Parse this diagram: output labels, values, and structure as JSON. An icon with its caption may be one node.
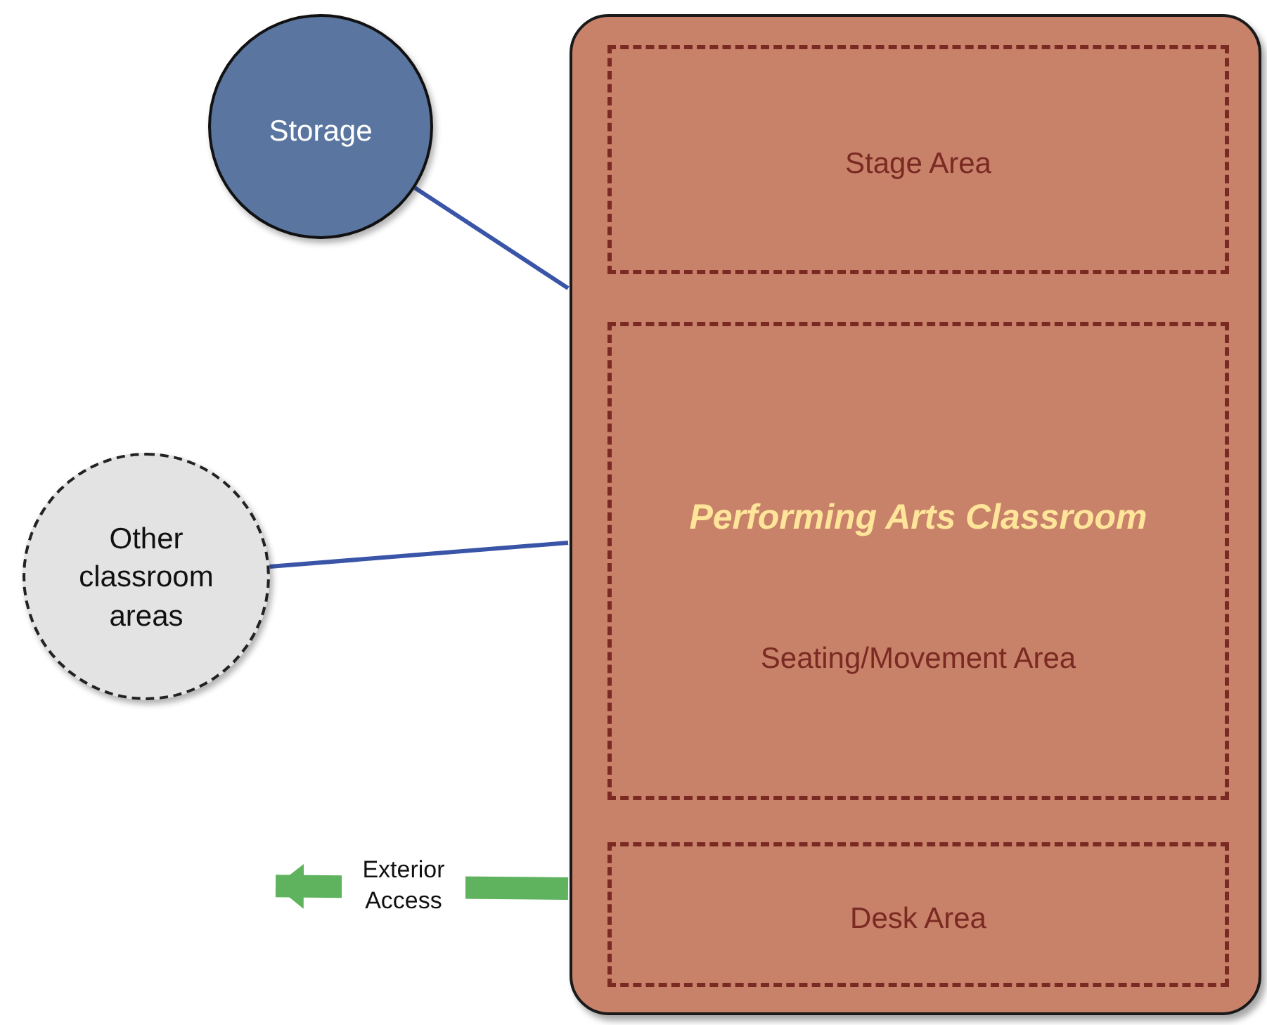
{
  "diagram": {
    "nodes": [
      {
        "text": [
          "Storage"
        ]
      },
      {
        "text": [
          "Other classroom areas"
        ]
      },
      {
        "text": [],
        "shape": "box"
      },
      {
        "text": [
          "Stage Area"
        ],
        "in": 2
      },
      {
        "text": [
          "Performing Arts Classroom",
          "Seating/Movement Area"
        ],
        "in": 2
      },
      {
        "text": [
          "Desk Area"
        ],
        "in": 2
      }
    ],
    "edges": [
      {
        "from": 0,
        "to": 2,
        "arrow": "none"
      },
      {
        "from": 1,
        "to": 2,
        "arrow": "none"
      },
      {
        "from": 2,
        "to": null,
        "arrow": "to",
        "label": "Exterior Access",
        "style": "thick",
        "color": "#5fb35f"
      }
    ]
  }
}
